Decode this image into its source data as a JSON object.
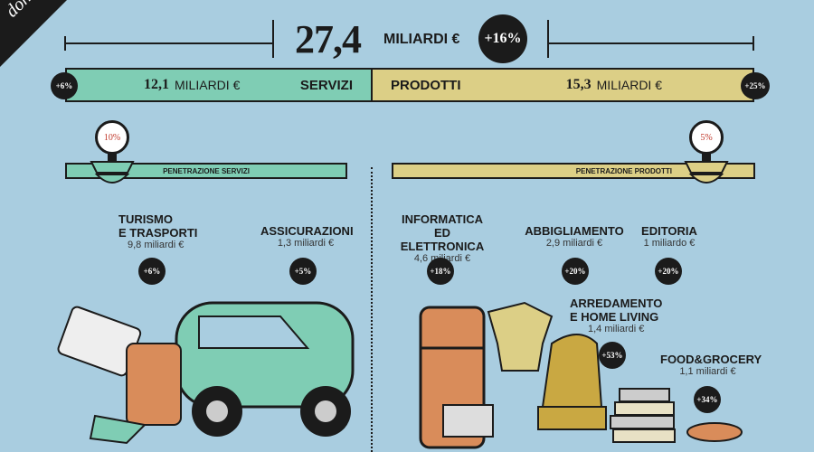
{
  "corner_text": "don",
  "total": {
    "value": "27,4",
    "unit": "MILIARDI €",
    "growth": "+16%"
  },
  "servizi": {
    "value": "12,1",
    "unit": "MILIARDI €",
    "label": "SERVIZI",
    "growth": "+6%",
    "gauge": "10%",
    "penetration": "PENETRAZIONE SERVIZI"
  },
  "prodotti": {
    "value": "15,3",
    "unit": "MILIARDI €",
    "label": "PRODOTTI",
    "growth": "+25%",
    "gauge": "5%",
    "penetration": "PENETRAZIONE PRODOTTI"
  },
  "categories": {
    "turismo": {
      "title1": "TURISMO",
      "title2": "E TRASPORTI",
      "amount": "9,8 miliardi €",
      "growth": "+6%"
    },
    "assicurazioni": {
      "title1": "ASSICURAZIONI",
      "amount": "1,3 miliardi €",
      "growth": "+5%"
    },
    "informatica": {
      "title1": "INFORMATICA",
      "title2": "ED ELETTRONICA",
      "amount": "4,6 miliardi €",
      "growth": "+18%"
    },
    "abbigliamento": {
      "title1": "ABBIGLIAMENTO",
      "amount": "2,9 miliardi €",
      "growth": "+20%"
    },
    "editoria": {
      "title1": "EDITORIA",
      "amount": "1 miliardo €",
      "growth": "+20%"
    },
    "arredamento": {
      "title1": "ARREDAMENTO",
      "title2": "E HOME LIVING",
      "amount": "1,4 miliardi €",
      "growth": "+53%"
    },
    "food": {
      "title1": "FOOD&GROCERY",
      "amount": "1,1 miliardi €",
      "growth": "+34%"
    }
  },
  "colors": {
    "background": "#a9cde0",
    "servizi": "#7fcdb4",
    "prodotti": "#dccf86",
    "dark": "#1b1b1b"
  }
}
